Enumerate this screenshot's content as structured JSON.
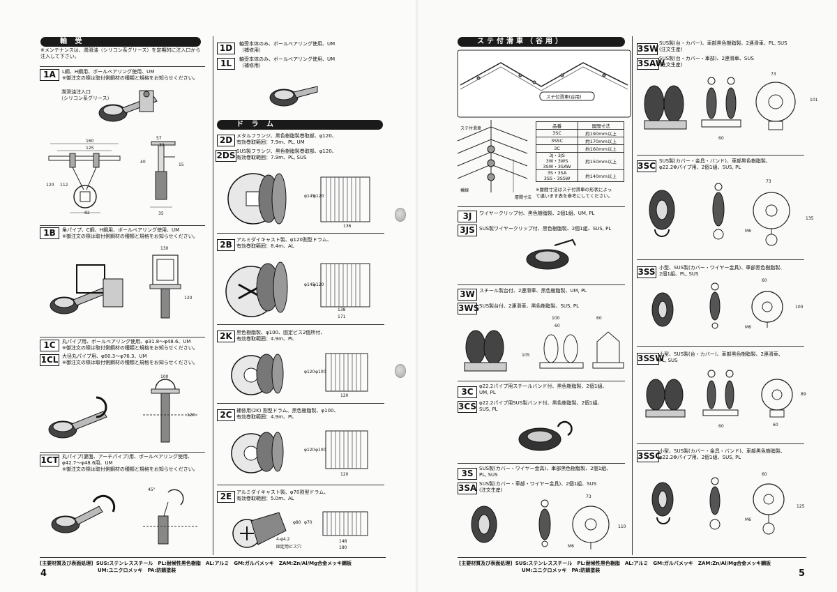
{
  "left": {
    "page_number": "4",
    "bearing_bar": "軸 受",
    "maintenance_note": "※メンテナンスは、潤滑油（シリコン系グリース）を定期的に注入口から注入して下さい。",
    "lube_label_1": "潤滑油注入口",
    "lube_label_2": "（シリコン系グリース）",
    "items": [
      {
        "code": "1A",
        "l1": "L鋼、H鋼用、ボールベアリング使用、UM",
        "l2": "※御注文の際は取付側鋼材の種類と規格をお知らせください。"
      },
      {
        "code": "1B",
        "l1": "角パイプ、C鋼、H鋼用、ボールベアリング使用、UM",
        "l2": "※御注文の際は取付側鋼材の種類と規格をお知らせください。"
      },
      {
        "code": "1C",
        "l1": "丸パイプ用、ボールベアリング使用、φ31.8〜φ48.6、UM",
        "l2": "※御注文の際は取付側鋼材の種類と規格をお知らせください。"
      },
      {
        "code": "1CL",
        "l1": "大径丸パイプ用、φ60.3〜φ76.3、UM",
        "l2": "※御注文の際は取付側鋼材の種類と規格をお知らせください。"
      },
      {
        "code": "1CT",
        "l1": "丸パイプ(妻面、アーチパイプ)用、ボールベアリング使用、",
        "l2": "φ42.7〜φ48.6用、UM",
        "l3": "※御注文の際は取付側鋼材の種類と規格をお知らせください。"
      },
      {
        "code": "1D",
        "l1": "軸受本体のみ、ボールベアリング使用、UM",
        "l2": "（補修用）"
      },
      {
        "code": "1L",
        "l1": "軸受本体のみ、ボールベアリング使用、UM",
        "l2": "（補修用）"
      }
    ],
    "drum_bar": "ド ラ ム",
    "drums": [
      {
        "code": "2D",
        "l1": "メタルフランジ、黒色樹脂製巻取部、φ120、",
        "l2": "有効巻取範囲：7.9m、PL, UM"
      },
      {
        "code": "2DS",
        "l1": "SUS製フランジ、黒色樹脂製巻取部、φ120、",
        "l2": "有効巻取範囲：7.9m、PL, SUS"
      },
      {
        "code": "2B",
        "l1": "アルミダイキャスト製、φ120割型ドラム、",
        "l2": "有効巻取範囲：8.4m、AL"
      },
      {
        "code": "2K",
        "l1": "黒色樹脂製、φ100、固定ビス2個所付、",
        "l2": "有効巻取範囲：4.9m、PL"
      },
      {
        "code": "2C",
        "l1": "補修用(2K) 割型ドラム、黒色樹脂製、φ100、",
        "l2": "有効巻取範囲：4.9m、PL"
      },
      {
        "code": "2E",
        "l1": "アルミダイキャスト製、φ70割型ドラム、",
        "l2": "有効巻取範囲：5.0m、AL"
      }
    ],
    "dims": {
      "d160": "160",
      "d125": "125",
      "d120": "120",
      "d112": "112",
      "d82": "82",
      "d57": "57",
      "d33": "33",
      "d40": "40",
      "d15": "15",
      "d35": "35",
      "d130": "130",
      "d120b": "120",
      "d100": "100",
      "d120c": "120",
      "d45": "45°",
      "drum_2d_a": "φ145",
      "drum_2d_b": "φ120",
      "drum_2d_c": "136",
      "drum_2b_a": "φ145",
      "drum_2b_b": "φ120",
      "drum_2b_c": "138",
      "drum_2b_d": "171",
      "drum_2k_a": "φ120",
      "drum_2k_b": "φ100",
      "drum_2k_c": "120",
      "drum_2c_a": "φ120",
      "drum_2c_b": "φ100",
      "drum_2c_c": "120",
      "drum_2e_a": "φ80",
      "drum_2e_b": "φ70",
      "drum_2e_c": "148",
      "drum_2e_d": "180",
      "drum_2e_hole1": "4-φ4.2",
      "drum_2e_hole2": "固定用ビス穴"
    },
    "legend_head": "[主要材質及び表面処理]",
    "legend_l1": "SUS:ステンレススチール　PL:耐候性黒色樹脂　AL:アルミ　GM:ガルバメッキ　ZAM:Zn/Al/Mg合金メッキ鋼板",
    "legend_l2": "UM:ユニクロメッキ　PA:防錆塗装"
  },
  "right": {
    "page_number": "5",
    "pulley_bar": "ステ付滑車（谷用）",
    "illust_label": "ステ付滑車(谷用)",
    "diag_label_1": "ステ付滑車",
    "diag_label_2": "棟線",
    "diag_label_3": "層間寸法",
    "spec_table": {
      "headers": [
        "品番",
        "層間寸法"
      ],
      "rows": [
        [
          "3SC",
          "約190mm以上"
        ],
        [
          "3SSC",
          "約170mm以上"
        ],
        [
          "3C",
          "約160mm以上"
        ],
        [
          "3J・3JS\n3W・3WS\n3SW・3SAW",
          "約150mm以上"
        ],
        [
          "3S・3SA\n3SS・3SSW",
          "約140mm以上"
        ]
      ],
      "note1": "※層間寸法はステ付滑車の形状によっ",
      "note2": "て違います表を参考にしてください。"
    },
    "items": [
      {
        "code": "3J",
        "l1": "ワイヤークリップ付、黒色樹脂製、2個1組、UM, PL"
      },
      {
        "code": "3JS",
        "l1": "SUS製ワイヤークリップ付、黒色樹脂製、2個1組、SUS, PL"
      },
      {
        "code": "3W",
        "l1": "スチール製台付、2連滑車、黒色樹脂製、UM, PL"
      },
      {
        "code": "3WS",
        "l1": "SUS製台付、2連滑車、黒色樹脂製、SUS, PL"
      },
      {
        "code": "3C",
        "l1": "φ22.2パイプ用スチールバンド付、黒色樹脂製、2個1組、",
        "l2": "UM, PL"
      },
      {
        "code": "3CS",
        "l1": "φ22.2パイプ用SUS製バンド付、黒色樹脂製、2個1組、",
        "l2": "SUS, PL"
      },
      {
        "code": "3S",
        "l1": "SUS製(カバー・ワイヤー金具)、車部黒色樹脂製、2個1組、",
        "l2": "PL, SUS"
      },
      {
        "code": "3SA",
        "l1": "SUS製(カバー・車部・ワイヤー金具)、2個1組、SUS",
        "l2": "(注文生産)"
      },
      {
        "code": "3SW",
        "l1": "SUS製(台・カバー)、車部黒色樹脂製、2連滑車、PL, SUS",
        "l2": "(注文生産)"
      },
      {
        "code": "3SAW",
        "l1": "SUS製(台・カバー・車部)、2連滑車、SUS",
        "l2": "(注文生産)"
      },
      {
        "code": "3SC",
        "l1": "SUS製(カバー・金具・バンド)、車部黒色樹脂製、",
        "l2": "φ22.2Φパイプ用、2個1組、SUS, PL"
      },
      {
        "code": "3SS",
        "l1": "小型、SUS製(カバー・ワイヤー金具)、車部黒色樹脂製、",
        "l2": "2個1組、PL, SUS"
      },
      {
        "code": "3SSW",
        "l1": "小型、SUS製(台・カバー)、車部黒色樹脂製、2連滑車、",
        "l2": "PL, SUS"
      },
      {
        "code": "3SSC",
        "l1": "小型、SUS製(カバー・金具・バンド)、車部黒色樹脂製、",
        "l2": "φ22.2Φパイプ用、2個1組、SUS, PL"
      }
    ],
    "dims": {
      "w100": "100",
      "w60a": "60",
      "w60b": "60",
      "h105": "105",
      "s73": "73",
      "s110": "110",
      "sm6": "M6",
      "sw73": "73",
      "sw101": "101",
      "sw60": "60",
      "sc73": "73",
      "sc135": "135",
      "scm6": "M6",
      "ss60": "60",
      "ss100": "100",
      "ssm6": "M6",
      "ssw60a": "60",
      "ssw60b": "60",
      "ssw89": "89",
      "ssc60": "60",
      "ssc125": "125",
      "sscm6": "M6"
    },
    "legend_head": "[主要材質及び表面処理]",
    "legend_l1": "SUS:ステンレススチール　PL:耐候性黒色樹脂　AL:アルミ　GM:ガルバメッキ　ZAM:Zn/Al/Mg合金メッキ鋼板",
    "legend_l2": "UM:ユニクロメッキ　PA:防錆塗装"
  }
}
